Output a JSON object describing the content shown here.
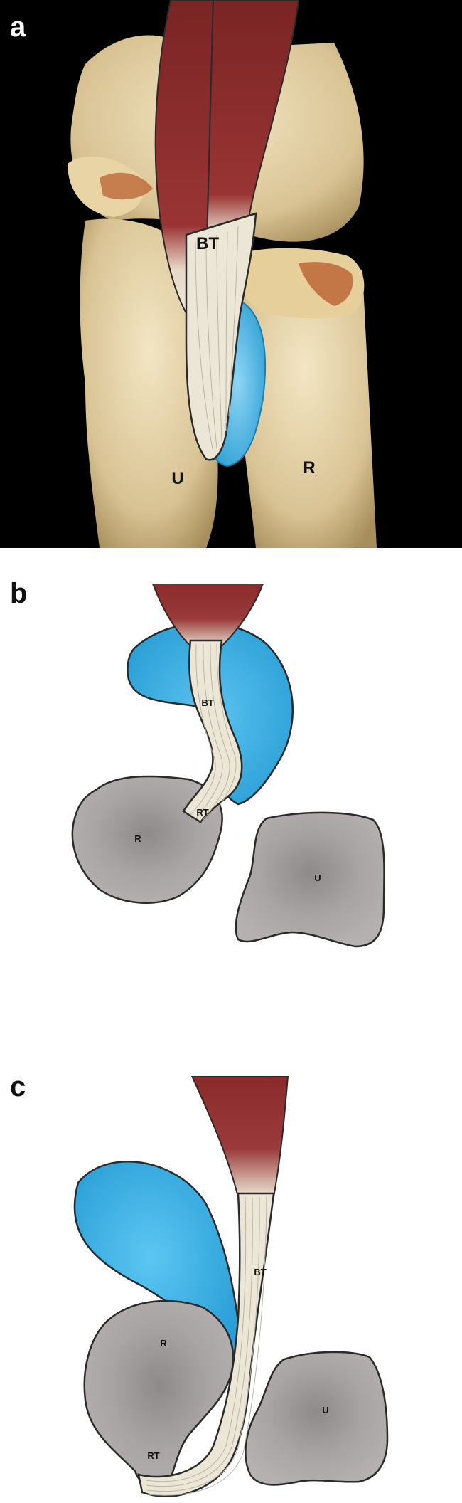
{
  "panels": {
    "a": {
      "letter": "a",
      "labels": {
        "bt": "BT",
        "u": "U",
        "r": "R"
      }
    },
    "b": {
      "letter": "b",
      "labels": {
        "bt": "BT",
        "rt": "RT",
        "r": "R",
        "u": "U"
      }
    },
    "c": {
      "letter": "c",
      "labels": {
        "bt": "BT",
        "rt": "RT",
        "r": "R",
        "u": "U"
      }
    }
  },
  "colors": {
    "muscle": "#8b2a2a",
    "tendon": "#ece6d6",
    "bursa": "#3fb3e6",
    "bone_cross_section": "#a39e9e",
    "bone_3d": "#e6d6b0",
    "background_3d": "#000000",
    "outline": "#2a2a2a"
  },
  "icons": [
    "muscle-illustration",
    "tendon-illustration",
    "bursa-illustration",
    "bone-illustration"
  ]
}
